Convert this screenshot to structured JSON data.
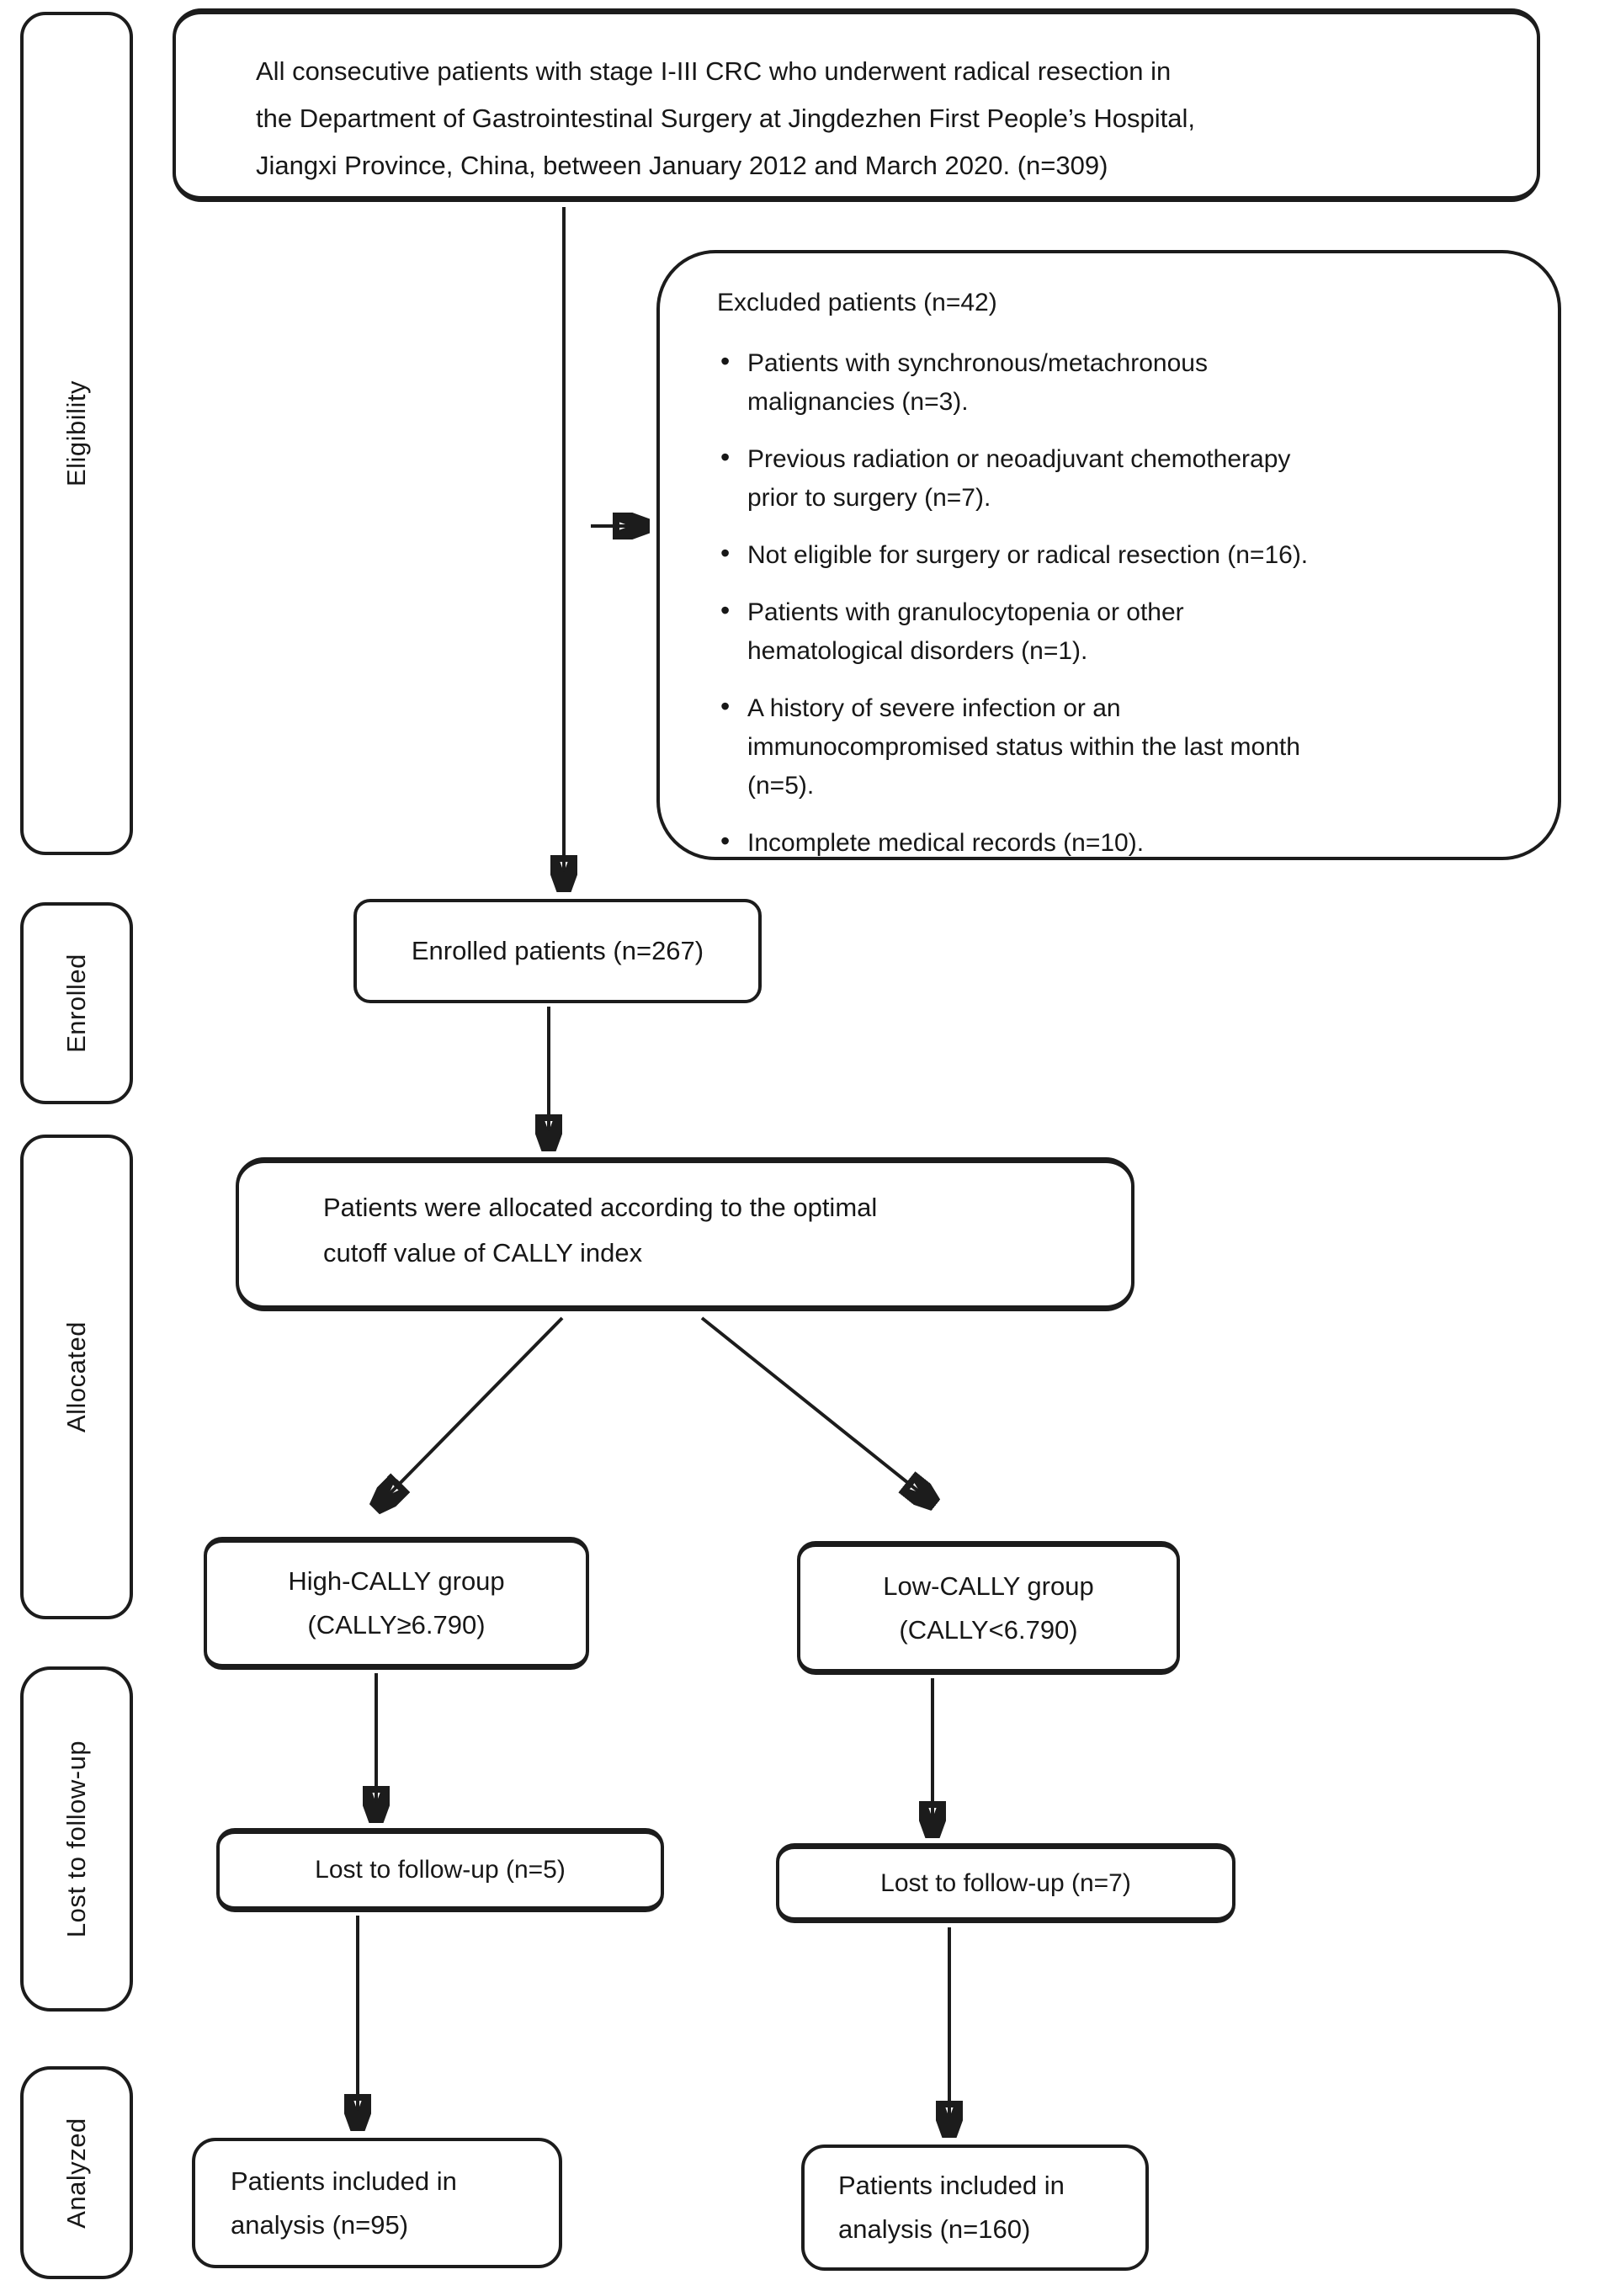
{
  "sidebar": {
    "stages": [
      {
        "label": "Eligibility"
      },
      {
        "label": "Enrolled"
      },
      {
        "label": "Allocated"
      },
      {
        "label": "Lost to follow-up"
      },
      {
        "label": "Analyzed"
      }
    ]
  },
  "boxes": {
    "source": {
      "lines": [
        "All consecutive patients with stage I-III CRC who underwent radical resection in",
        "the Department of Gastrointestinal Surgery at Jingdezhen First People’s Hospital,",
        "Jiangxi Province, China, between January 2012 and March 2020. (n=309)"
      ]
    },
    "excluded": {
      "title": "Excluded patients (n=42)",
      "bullet": "•",
      "items": [
        {
          "lines": [
            "Patients with synchronous/metachronous",
            "malignancies (n=3)."
          ]
        },
        {
          "lines": [
            "Previous radiation or neoadjuvant chemotherapy",
            "prior to surgery (n=7)."
          ]
        },
        {
          "lines": [
            "Not eligible for surgery or radical resection (n=16)."
          ]
        },
        {
          "lines": [
            "Patients with granulocytopenia or other",
            "hematological disorders (n=1)."
          ]
        },
        {
          "lines": [
            "A history of severe infection or an",
            "immunocompromised status within the last month",
            "(n=5)."
          ]
        },
        {
          "lines": [
            "Incomplete medical records (n=10)."
          ]
        }
      ]
    },
    "enrolled": {
      "text": "Enrolled patients (n=267)"
    },
    "allocated": {
      "lines": [
        "Patients were allocated according to the optimal",
        "cutoff value of CALLY index"
      ]
    },
    "high_group": {
      "lines": [
        "High-CALLY group",
        "(CALLY≥6.790)"
      ]
    },
    "low_group": {
      "lines": [
        "Low-CALLY group",
        "(CALLY<6.790)"
      ]
    },
    "lost_high": {
      "text": "Lost to follow-up (n=5)"
    },
    "lost_low": {
      "text": "Lost to follow-up (n=7)"
    },
    "analyzed_high": {
      "lines": [
        "Patients included in",
        "analysis (n=95)"
      ]
    },
    "analyzed_low": {
      "lines": [
        "Patients included in",
        "analysis (n=160)"
      ]
    }
  },
  "colors": {
    "ink": "#1c1c1c",
    "background": "#ffffff"
  }
}
